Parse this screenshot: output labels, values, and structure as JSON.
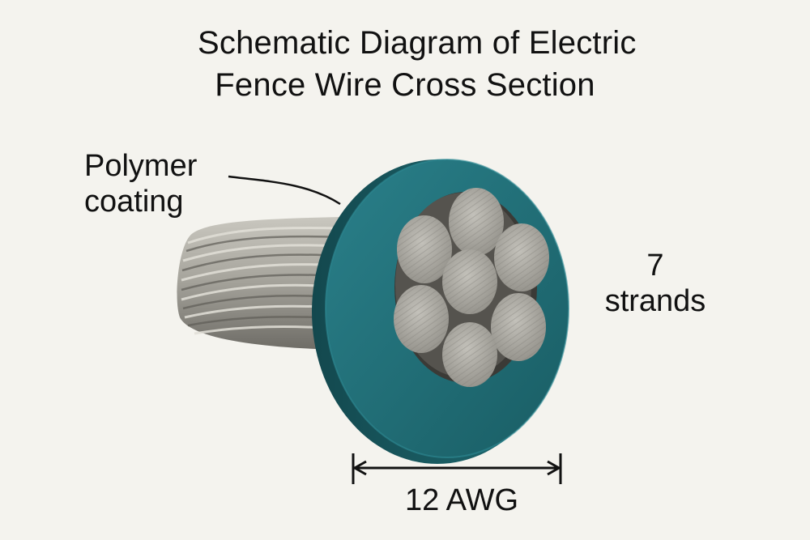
{
  "diagram": {
    "title_line_1": "Schematic Diagram  of Electric",
    "title_line_2": "Fence Wire Cross Section",
    "labels": {
      "coating_line_1": "Polymer",
      "coating_line_2": "coating",
      "strands_count": "7",
      "strands_word": "strands",
      "gauge": "12 AWG"
    },
    "colors": {
      "background": "#f4f3ee",
      "coating": "#1f6d74",
      "strand": "#a9a7a0",
      "text": "#111111"
    }
  }
}
